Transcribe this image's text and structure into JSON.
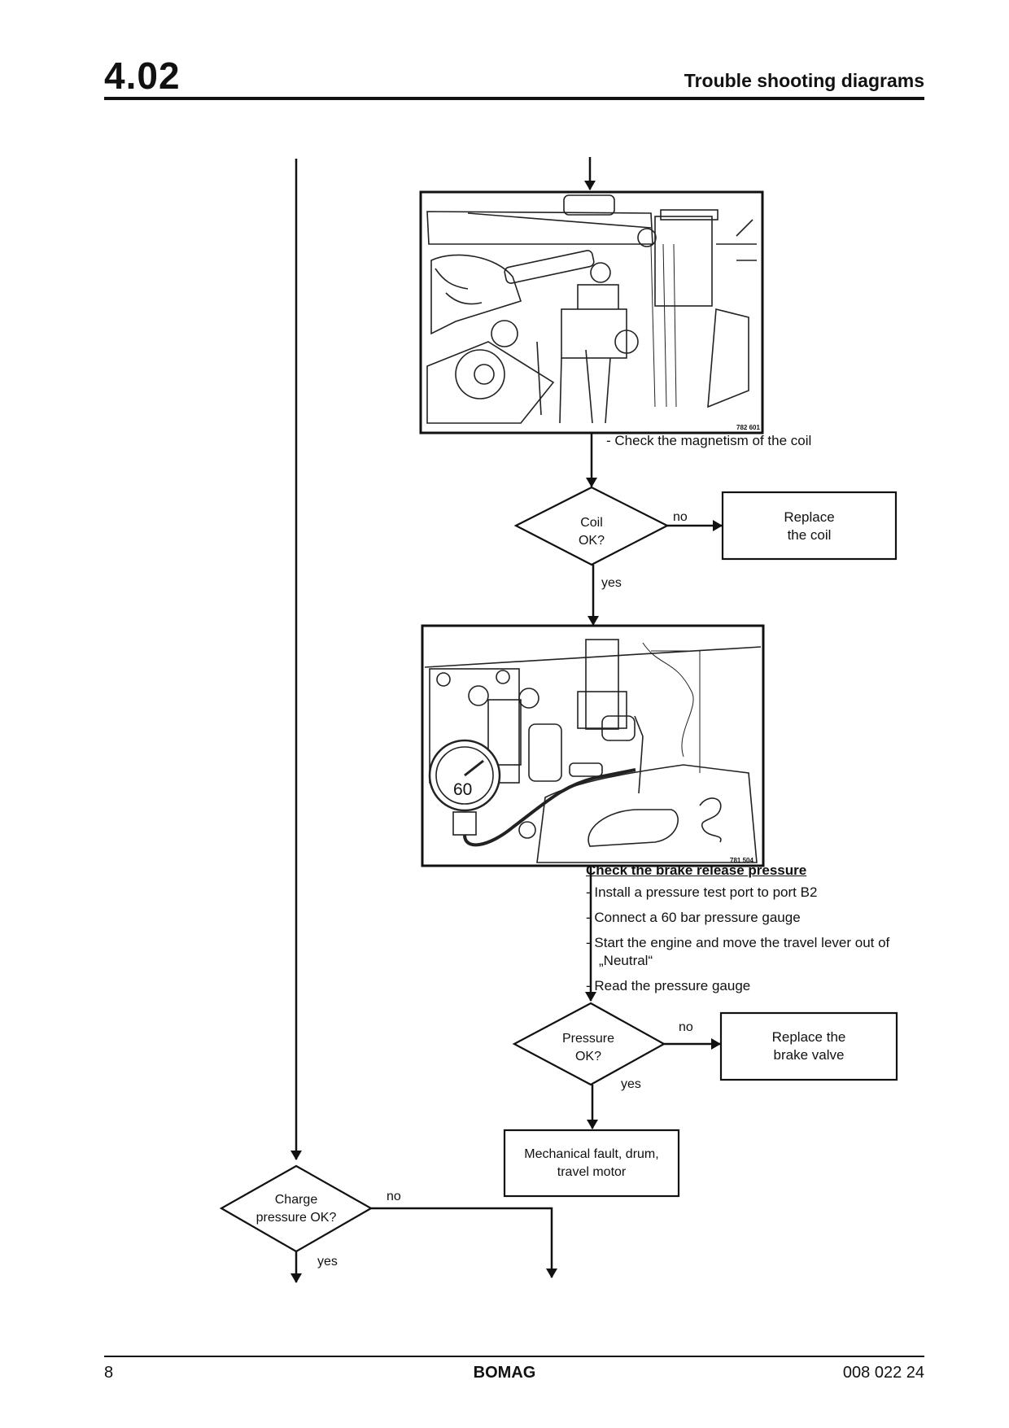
{
  "header": {
    "section_number": "4.02",
    "title": "Trouble shooting diagrams"
  },
  "footer": {
    "page_number": "8",
    "brand": "BOMAG",
    "doc_number": "008 022 24"
  },
  "photos": {
    "top": {
      "id": "782 601",
      "caption": "- Check the magnetism of the coil"
    },
    "bottom": {
      "id": "781 504",
      "gauge_value": "60"
    }
  },
  "flow": {
    "coil_question": "Coil\nOK?",
    "coil_no": "no",
    "coil_yes": "yes",
    "replace_coil": "Replace\nthe coil",
    "brake_heading": "Check the brake release pressure",
    "brake_steps": [
      "- Install a pressure test port to port B2",
      "- Connect a 60 bar pressure gauge",
      "- Start the engine and move the travel lever out of „Neutral“",
      "- Read the pressure gauge"
    ],
    "pressure_question": "Pressure\nOK?",
    "pressure_no": "no",
    "pressure_yes": "yes",
    "replace_brake_valve": "Replace the\nbrake valve",
    "mechanical_fault": "Mechanical fault, drum,\ntravel motor",
    "charge_question": "Charge\npressure OK?",
    "charge_no": "no",
    "charge_yes": "yes"
  }
}
